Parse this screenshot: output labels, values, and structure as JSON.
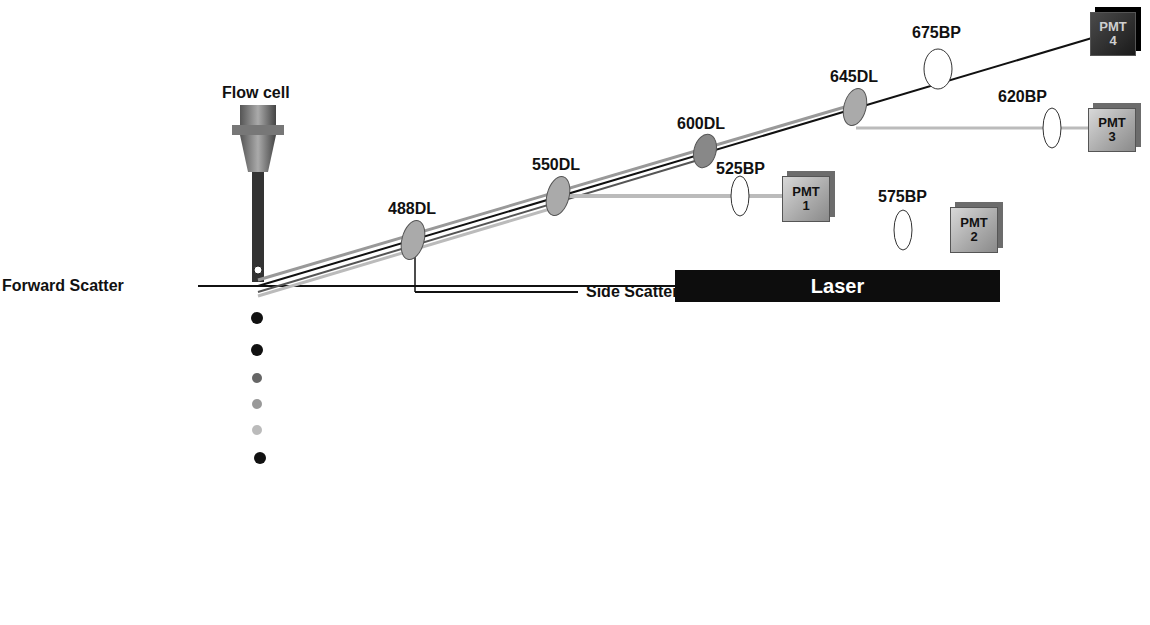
{
  "diagram": {
    "nodes": [
      {
        "text": [
          "PMT 1"
        ]
      },
      {
        "text": [
          "PMT 2"
        ]
      },
      {
        "text": [
          "PMT 3"
        ]
      },
      {
        "text": [
          "PMT 4"
        ]
      },
      {
        "text": [
          "Laser"
        ]
      }
    ],
    "labels": [
      "Flow cell",
      "Forward Scatter",
      "488DL",
      "Side Scatter",
      "550DL",
      "525BP",
      "600DL",
      "575BP",
      "645DL",
      "620BP",
      "675BP"
    ]
  }
}
